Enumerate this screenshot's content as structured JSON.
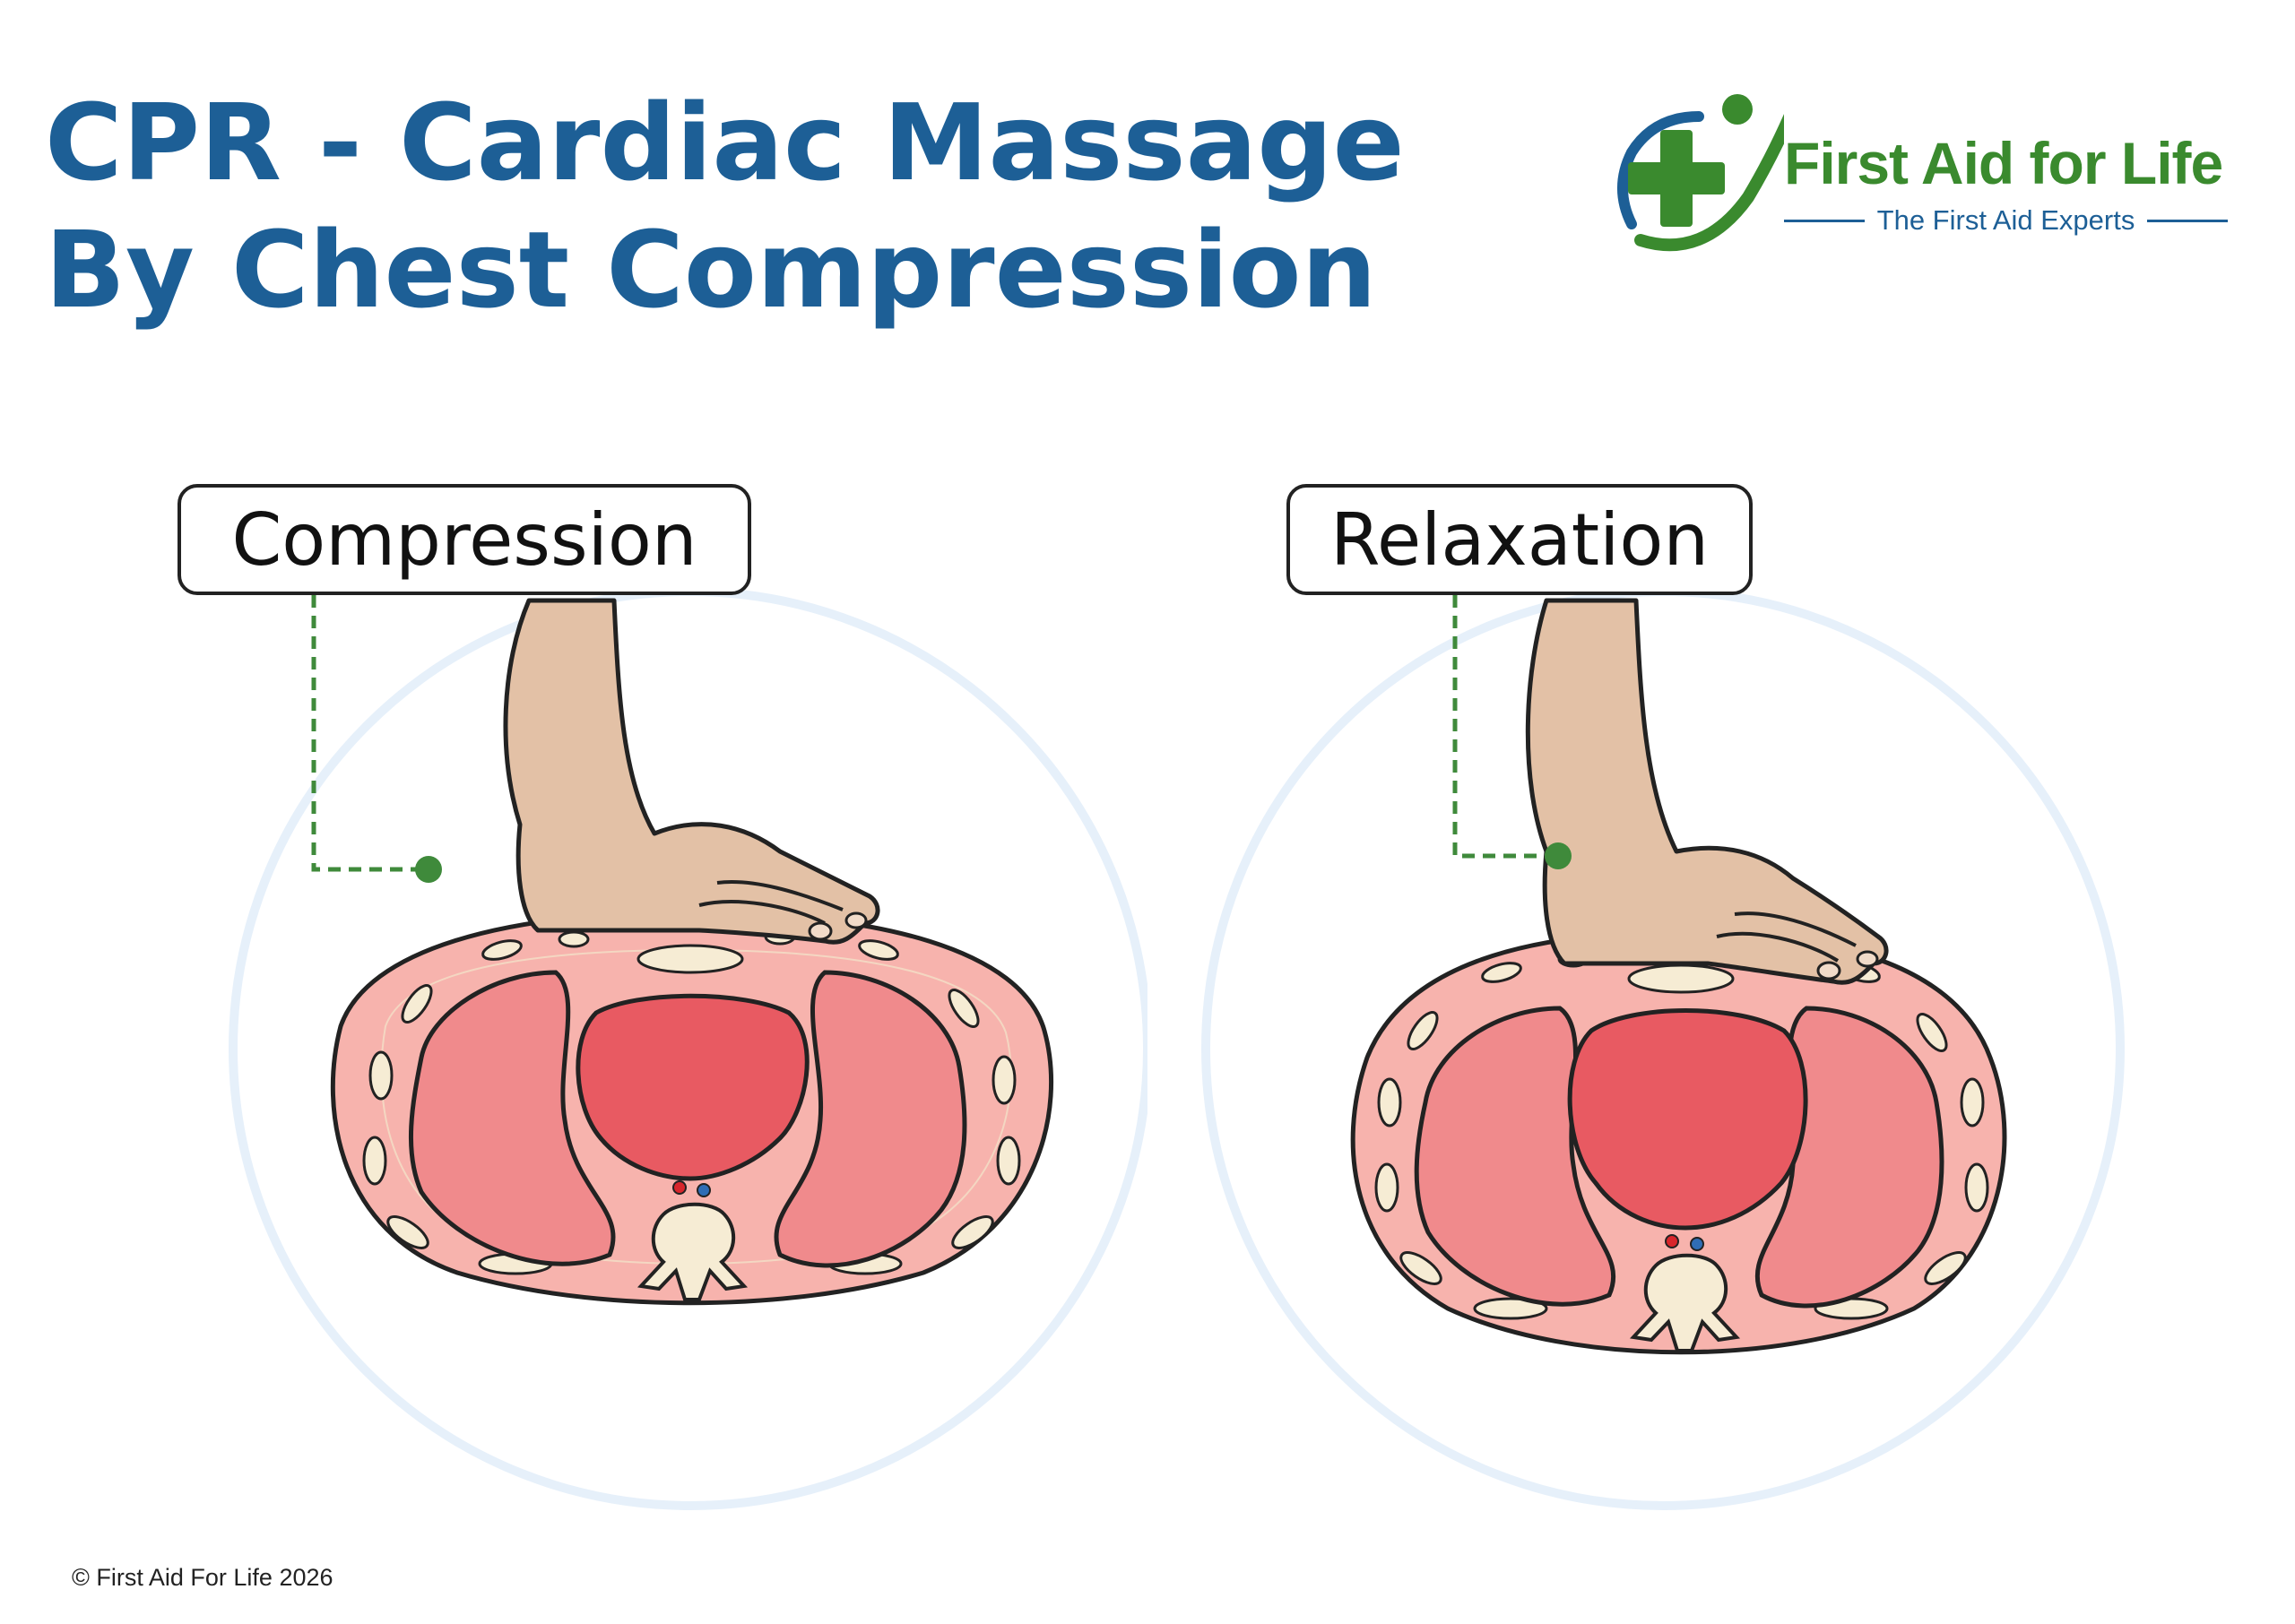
{
  "title": {
    "line1": "CPR - Cardiac Massage",
    "line2": "By Chest Compression"
  },
  "logo": {
    "name": "First Aid for Life",
    "tagline": "The First Aid Experts",
    "colors": {
      "green": "#3a8a2e",
      "blue": "#1d5f96"
    }
  },
  "panels": [
    {
      "label": "Compression",
      "illustration": "hand-compressing-chest-cross-section"
    },
    {
      "label": "Relaxation",
      "illustration": "hand-resting-chest-cross-section"
    }
  ],
  "colors": {
    "title": "#1d5f96",
    "pointer": "#3f8a3b",
    "ring": "#e6f0fa",
    "tissue": "#f7b3ad",
    "lung": "#f08a8c",
    "heart": "#e85a62",
    "bone": "#f6ecd4",
    "skin": "#e3c1a6"
  },
  "footer": {
    "copyright": "© First Aid For Life 2026"
  }
}
